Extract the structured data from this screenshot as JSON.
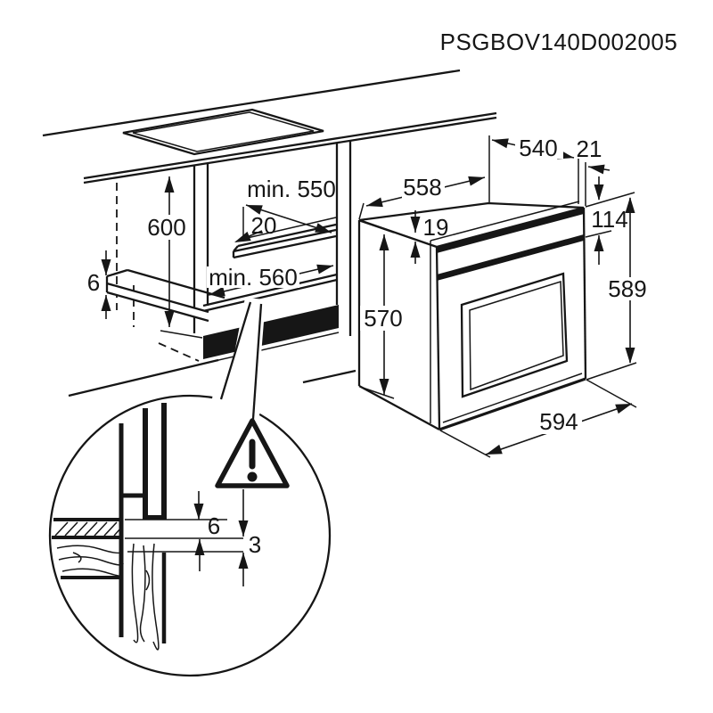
{
  "title": "PSGBOV140D002005",
  "colors": {
    "ink": "#161616",
    "background": "#ffffff"
  },
  "cabinet_view": {
    "description": "built-in niche under worktop with hob cutout",
    "height_600": "600",
    "depth_min_550": "min. 550",
    "rail_width_20": "20",
    "width_min_560": "min. 560",
    "rail_thickness_6": "6"
  },
  "oven_view": {
    "description": "oven outer dimensions",
    "top_width_558": "558",
    "depth_540": "540",
    "front_overhang_21": "21",
    "top_gap_19": "19",
    "control_panel_114": "114",
    "front_height_589": "589",
    "body_height_570": "570",
    "front_width_594": "594"
  },
  "detail_view": {
    "description": "worktop edge clearance detail",
    "warning_icon": "warning-triangle",
    "gap_6": "6",
    "gap_3": "3"
  }
}
